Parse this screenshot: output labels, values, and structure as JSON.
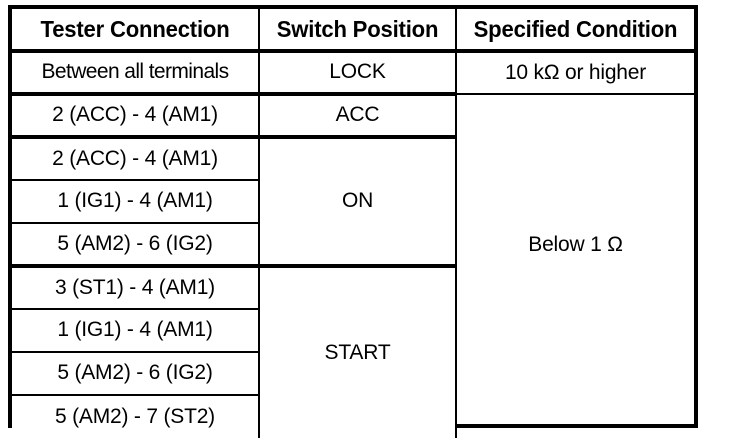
{
  "table": {
    "name": "ignition-switch-continuity-spec",
    "columns": [
      {
        "key": "tester_connection",
        "header": "Tester Connection"
      },
      {
        "key": "switch_position",
        "header": "Switch Position"
      },
      {
        "key": "specified_condition",
        "header": "Specified Condition"
      }
    ],
    "rows": [
      {
        "tester_connection": "Between all terminals"
      },
      {
        "tester_connection": "2 (ACC) - 4 (AM1)"
      },
      {
        "tester_connection": "2 (ACC) - 4 (AM1)"
      },
      {
        "tester_connection": "1 (IG1) - 4 (AM1)"
      },
      {
        "tester_connection": "5 (AM2) - 6 (IG2)"
      },
      {
        "tester_connection": "3 (ST1) - 4 (AM1)"
      },
      {
        "tester_connection": "1 (IG1) - 4 (AM1)"
      },
      {
        "tester_connection": "5 (AM2) - 6 (IG2)"
      },
      {
        "tester_connection": "5 (AM2) - 7 (ST2)"
      }
    ],
    "switch_positions": {
      "lock": "LOCK",
      "acc": "ACC",
      "on": "ON",
      "start": "START"
    },
    "specified_conditions": {
      "lock": "10 kΩ or higher",
      "closed": "Below 1 Ω"
    }
  },
  "style": {
    "border_color": "#000000",
    "background": "#ffffff",
    "text_color": "#000000"
  }
}
